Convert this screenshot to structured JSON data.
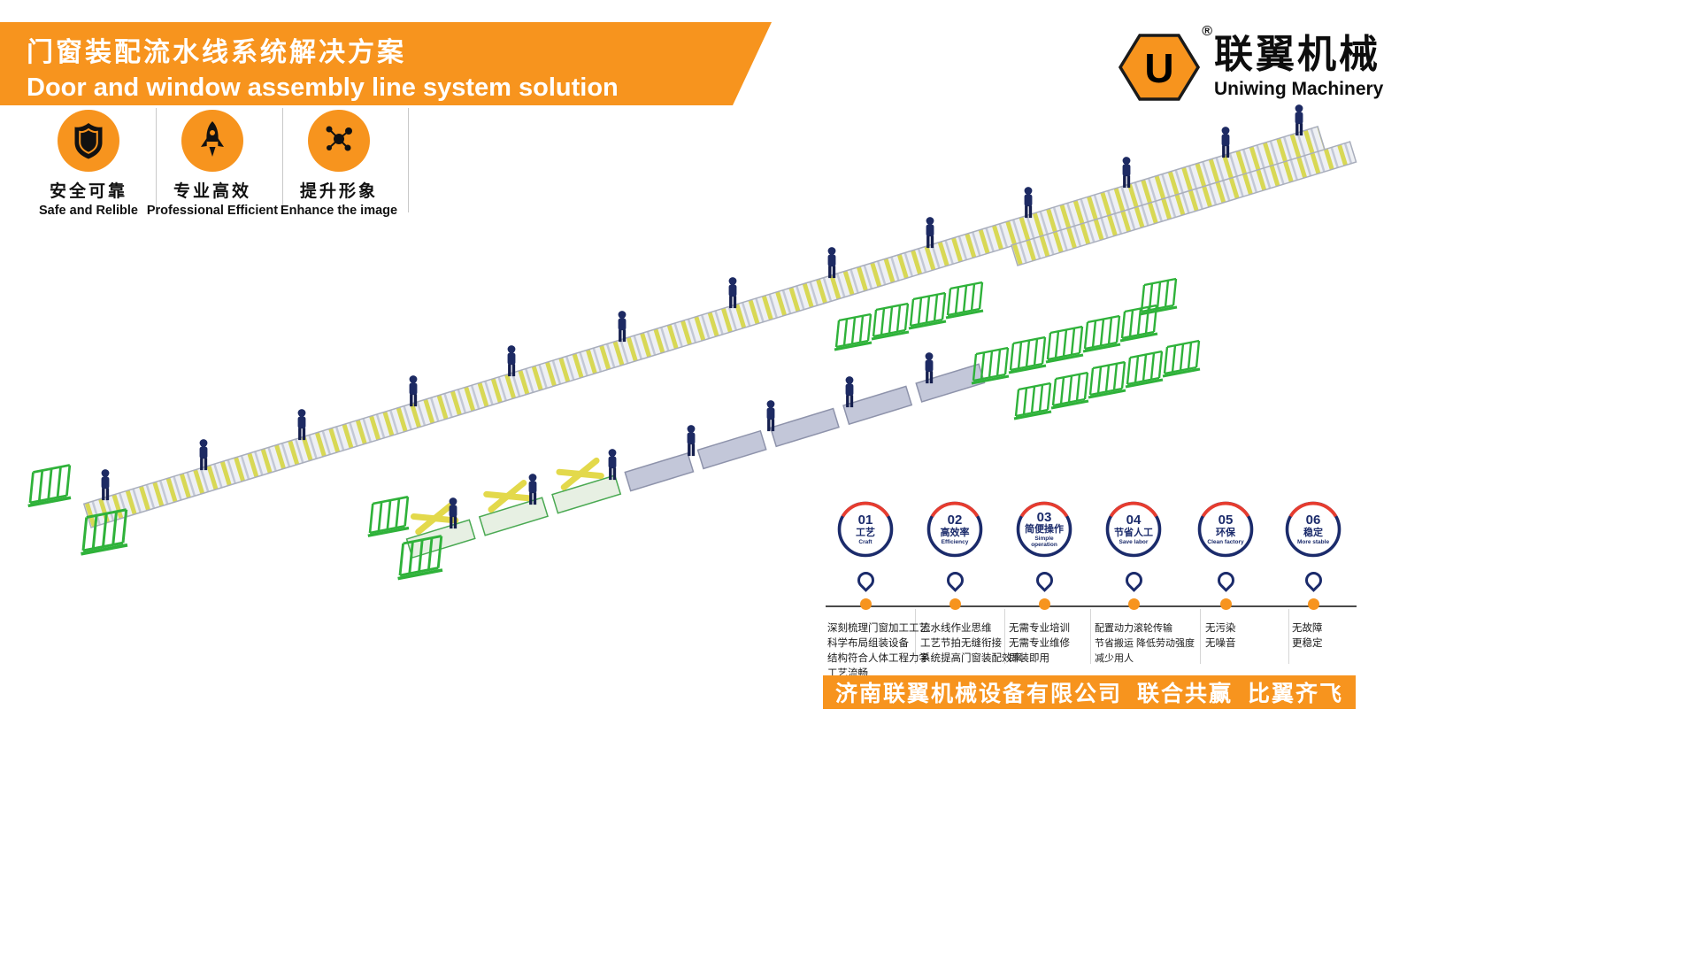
{
  "header": {
    "title_zh": "门窗装配流水线系统解决方案",
    "title_en": "Door and window assembly line system solution"
  },
  "logo": {
    "monogram": "U",
    "registered_mark": "®",
    "brand_zh": "联翼机械",
    "brand_en": "Uniwing Machinery"
  },
  "features": [
    {
      "icon": "shield-icon",
      "label_zh": "安全可靠",
      "label_en": "Safe and Relible"
    },
    {
      "icon": "rocket-icon",
      "label_zh": "专业高效",
      "label_en": "Professional Efficient"
    },
    {
      "icon": "molecule-icon",
      "label_zh": "提升形象",
      "label_en": "Enhance the image"
    }
  ],
  "timeline": [
    {
      "number": "01",
      "label_zh": "工艺",
      "label_en": "Craft",
      "details": [
        "深刻梳理门窗加工工艺",
        "科学布局组装设备",
        "结构符合人体工程力学",
        "工艺流畅"
      ]
    },
    {
      "number": "02",
      "label_zh": "高效率",
      "label_en": "Efficiency",
      "details": [
        "流水线作业思维",
        "工艺节拍无缝衔接",
        "系统提高门窗装配效率"
      ]
    },
    {
      "number": "03",
      "label_zh": "简便操作",
      "label_en": "Simple operation",
      "details": [
        "无需专业培训",
        "无需专业维修",
        "即装即用"
      ]
    },
    {
      "number": "04",
      "label_zh": "节省人工",
      "label_en": "Save labor",
      "details": [
        "配置动力滚轮传输",
        "节省搬运 降低劳动强度",
        "减少用人"
      ]
    },
    {
      "number": "05",
      "label_zh": "环保",
      "label_en": "Clean factory",
      "details": [
        "无污染",
        "无噪音"
      ]
    },
    {
      "number": "06",
      "label_zh": "稳定",
      "label_en": "More stable",
      "details": [
        "无故障",
        "更稳定"
      ]
    }
  ],
  "footer": {
    "company": "济南联翼机械设备有限公司",
    "slogan1": "联合共赢",
    "slogan2": "比翼齐飞"
  },
  "colors": {
    "accent_orange": "#F7941E",
    "navy": "#1B2B6B",
    "red_arc": "#E63C2F",
    "rack_green": "#2FB23A"
  }
}
